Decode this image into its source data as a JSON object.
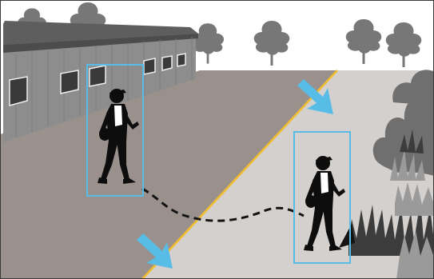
{
  "scene": {
    "colors": {
      "sky": "#ffffff",
      "frame": "#3a3a3a",
      "left_ground": "#9a918d",
      "right_ground": "#d3d0ce",
      "boundary_line": "#f2bd2c",
      "building_wall": "#8d8d8d",
      "building_roof": "#5e5e5e",
      "trees": "#777777",
      "bushes_far": "#6f6f6f",
      "grass_dark": "#3c3c3c",
      "grass_light": "#9a9a9a",
      "person": "#0d0d0d",
      "person_shirt": "#ffffff",
      "detection_box": "#58bde6",
      "direction_arrow": "#58bde6",
      "path": "#141414"
    },
    "detections": [
      {
        "label": "person",
        "zone": "left"
      },
      {
        "label": "person",
        "zone": "right"
      }
    ],
    "arrows": [
      {
        "icon": "arrow-down-right-icon",
        "zone": "right"
      },
      {
        "icon": "arrow-down-right-icon",
        "zone": "left"
      }
    ]
  }
}
